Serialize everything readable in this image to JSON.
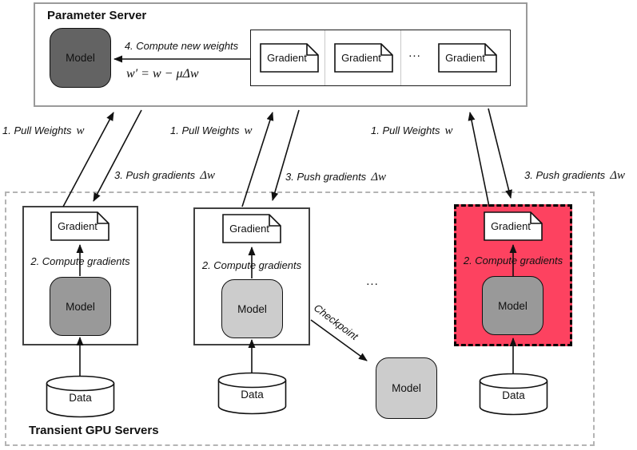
{
  "colors": {
    "highlight_red": "#fd4260",
    "model_dark": "#636363",
    "model_medium": "#999999",
    "model_light": "#cccccc",
    "server_frame_gray": "#9a9a9a",
    "group_dash_gray": "#b4b4b4",
    "line_black": "#111111"
  },
  "parameter_server": {
    "title": "Parameter Server",
    "model_label": "Model",
    "step4_label": "4. Compute new weights",
    "formula": "w′ = w − μΔw",
    "gradient_label": "Gradient",
    "queue_ellipsis": "..."
  },
  "edges": {
    "pull_label": "1. Pull Weights",
    "pull_var": "w",
    "push_label": "3. Push gradients",
    "push_var": "Δw",
    "checkpoint": "Checkpoint"
  },
  "gpu_group": {
    "title": "Transient GPU Servers",
    "step2_label": "2. Compute gradients",
    "gradient_label": "Gradient",
    "model_label": "Model",
    "data_label": "Data",
    "ellipsis": "..."
  }
}
